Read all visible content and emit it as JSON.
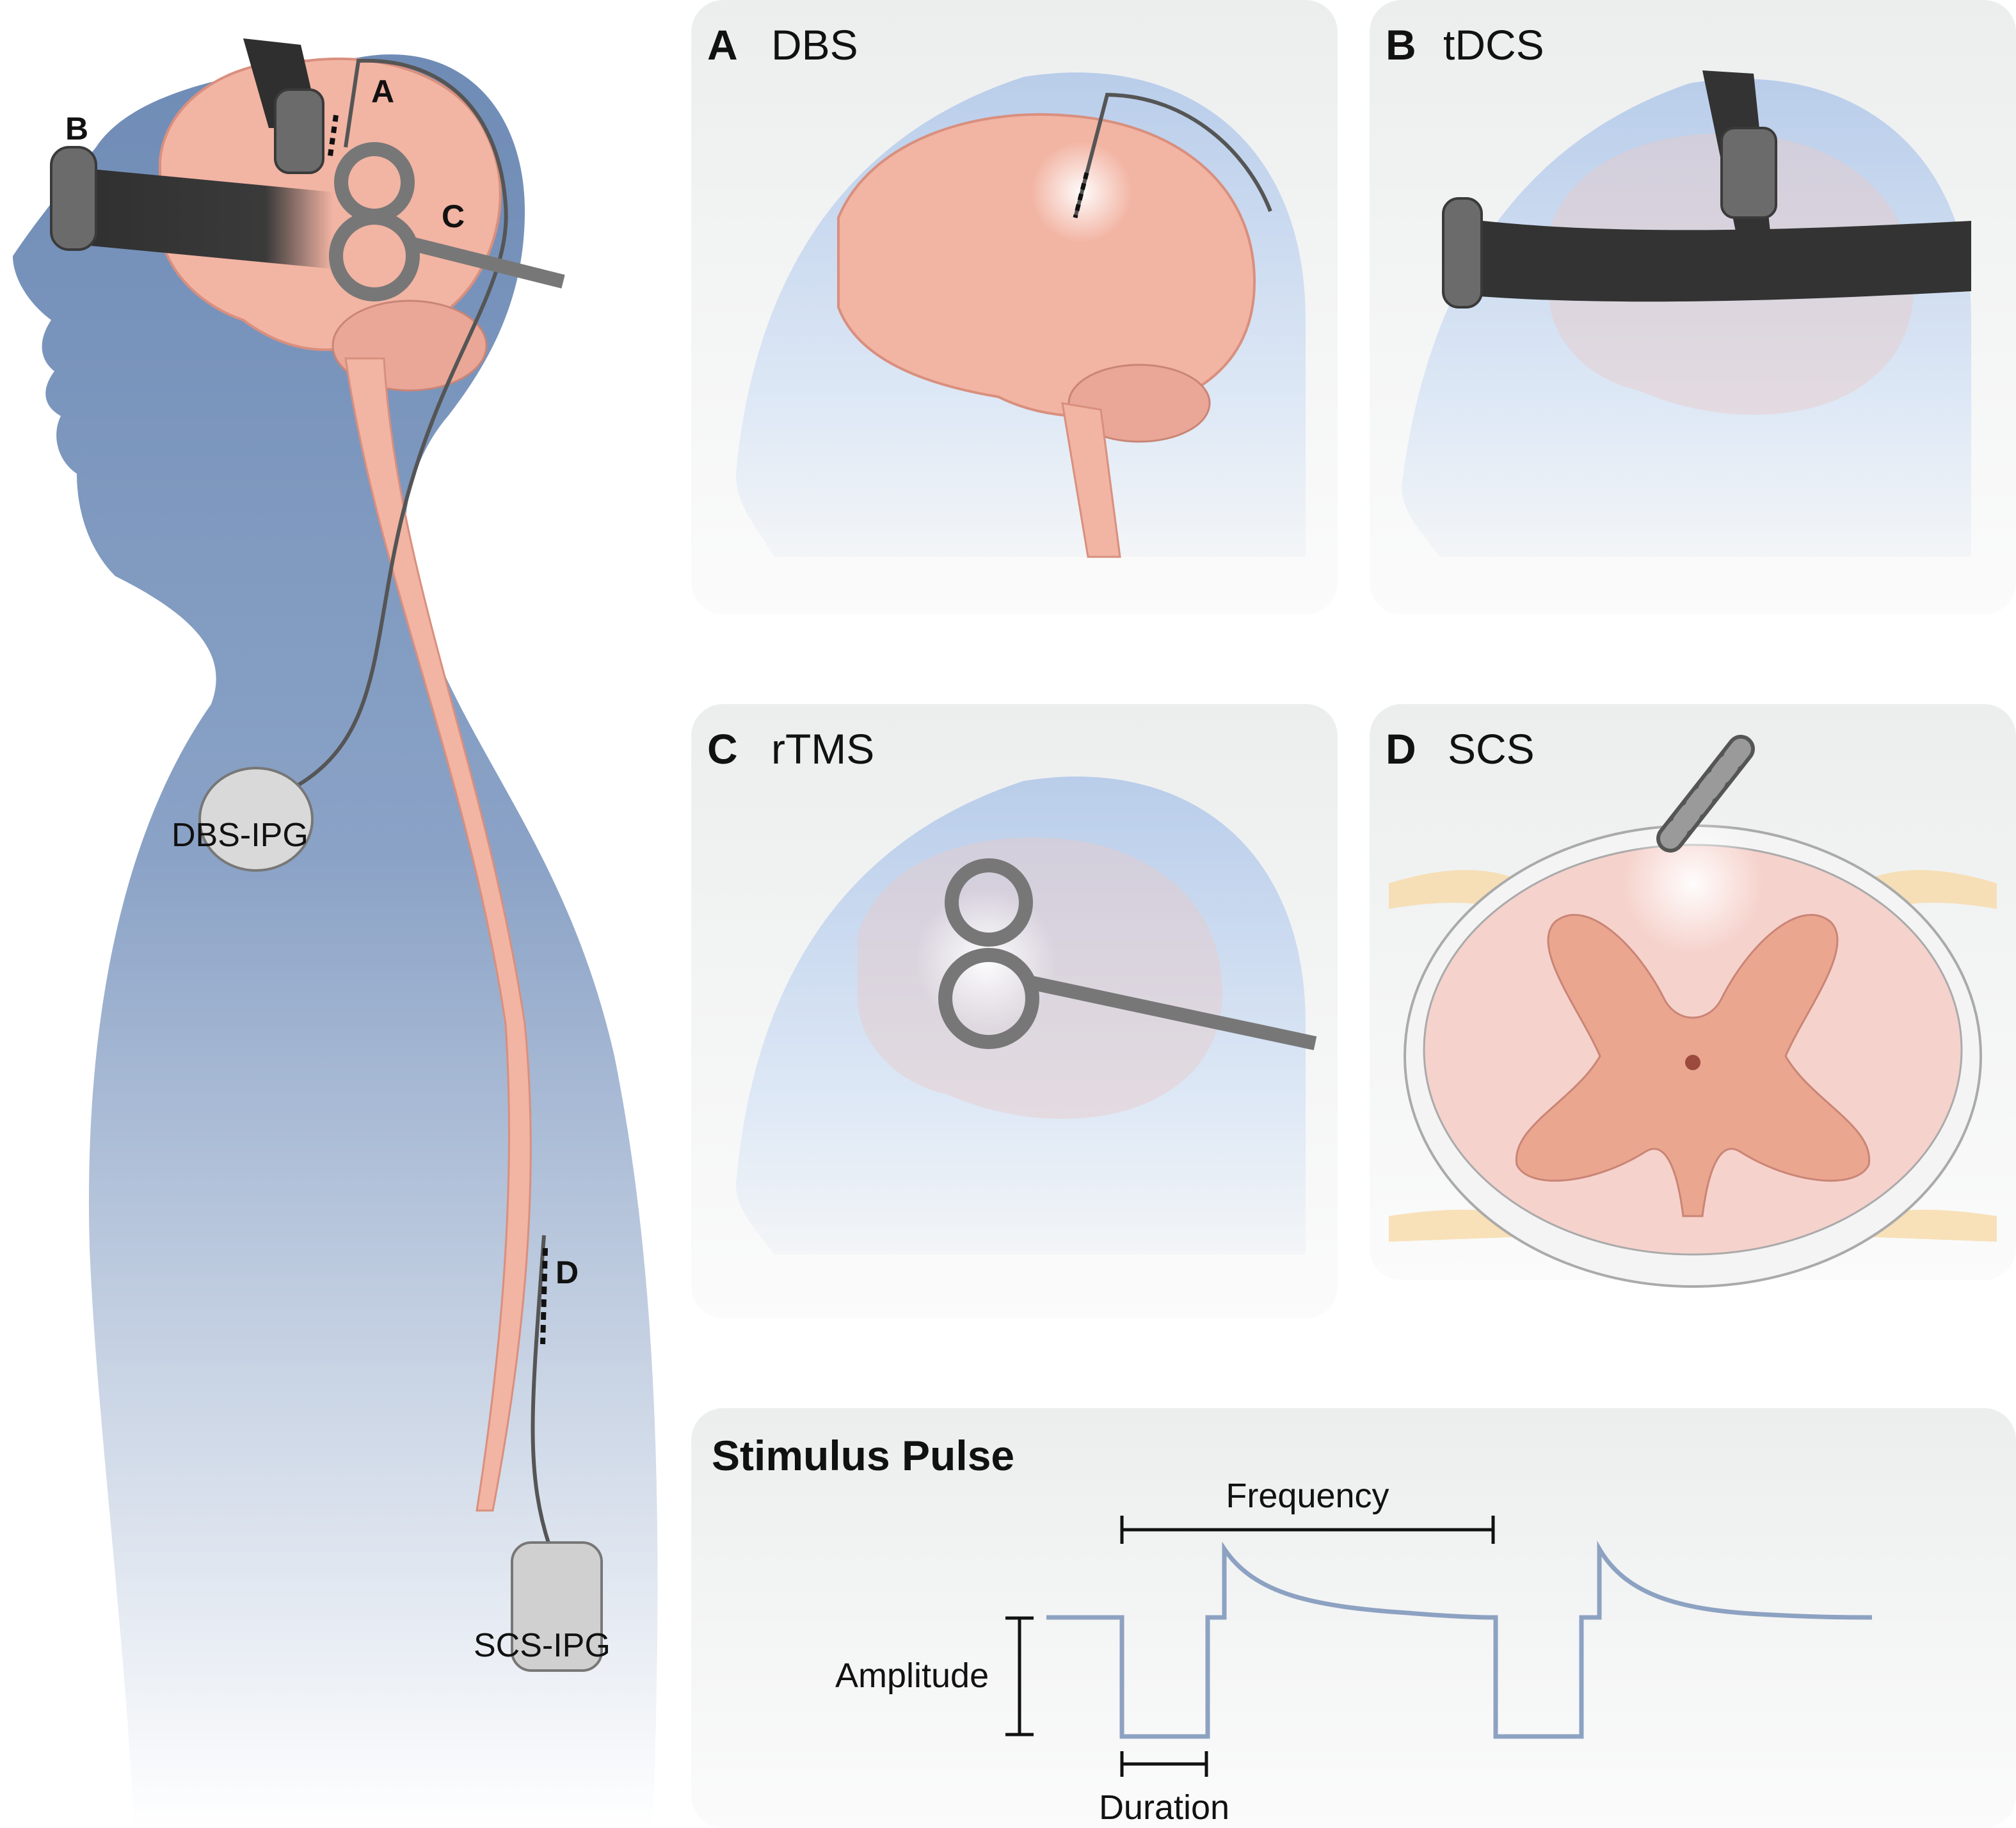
{
  "body_labels": {
    "a": "A",
    "b": "B",
    "c": "C",
    "d": "D"
  },
  "devices": {
    "dbs_ipg": "DBS-IPG",
    "scs_ipg": "SCS-IPG"
  },
  "panels": {
    "a": {
      "letter": "A",
      "title": "DBS"
    },
    "b": {
      "letter": "B",
      "title": "tDCS"
    },
    "c": {
      "letter": "C",
      "title": "rTMS"
    },
    "d": {
      "letter": "D",
      "title": "SCS"
    }
  },
  "pulse": {
    "title": "Stimulus Pulse",
    "frequency": "Frequency",
    "amplitude": "Amplitude",
    "duration": "Duration"
  },
  "colors": {
    "body_blue": "#7f98bd",
    "brain_pink": "#f2b4a3",
    "panel_bg": "#eef0f0",
    "pulse_line": "#8da2c2",
    "device_dark": "#3a3a3a"
  }
}
